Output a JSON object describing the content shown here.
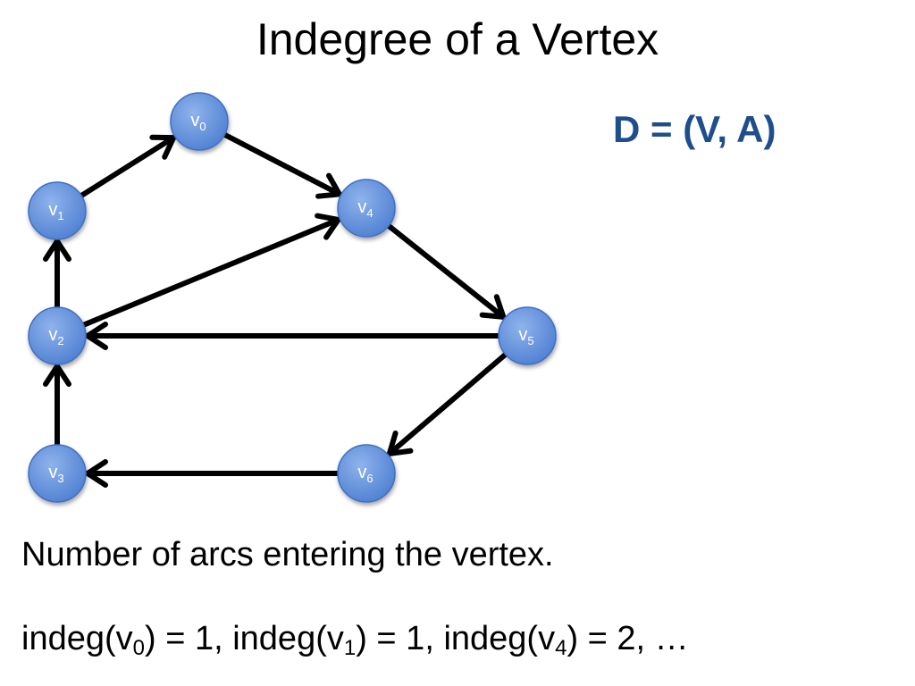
{
  "title": "Indegree of a Vertex",
  "definition": "D = (V, A)",
  "caption": "Number of arcs entering the vertex.",
  "colors": {
    "node_fill_light": "#8fb3ec",
    "node_fill_dark": "#4a7cd0",
    "node_stroke": "#3d6fc3",
    "arc": "#000000",
    "definition_text": "#1f4e8c"
  },
  "graph": {
    "vertices": [
      {
        "id": "v0",
        "base": "v",
        "sub": "0"
      },
      {
        "id": "v1",
        "base": "v",
        "sub": "1"
      },
      {
        "id": "v2",
        "base": "v",
        "sub": "2"
      },
      {
        "id": "v3",
        "base": "v",
        "sub": "3"
      },
      {
        "id": "v4",
        "base": "v",
        "sub": "4"
      },
      {
        "id": "v5",
        "base": "v",
        "sub": "5"
      },
      {
        "id": "v6",
        "base": "v",
        "sub": "6"
      }
    ],
    "arcs": [
      {
        "from": "v1",
        "to": "v0"
      },
      {
        "from": "v0",
        "to": "v4"
      },
      {
        "from": "v2",
        "to": "v1"
      },
      {
        "from": "v2",
        "to": "v4"
      },
      {
        "from": "v4",
        "to": "v5"
      },
      {
        "from": "v5",
        "to": "v2"
      },
      {
        "from": "v3",
        "to": "v2"
      },
      {
        "from": "v5",
        "to": "v6"
      },
      {
        "from": "v6",
        "to": "v3"
      }
    ]
  },
  "indeg": {
    "item0": {
      "prefix": "indeg(v",
      "sub": "0",
      "suffix": ") = 1, "
    },
    "item1": {
      "prefix": "indeg(v",
      "sub": "1",
      "suffix": ") = 1, "
    },
    "item2": {
      "prefix": "indeg(v",
      "sub": "4",
      "suffix": ") = 2, …"
    }
  }
}
